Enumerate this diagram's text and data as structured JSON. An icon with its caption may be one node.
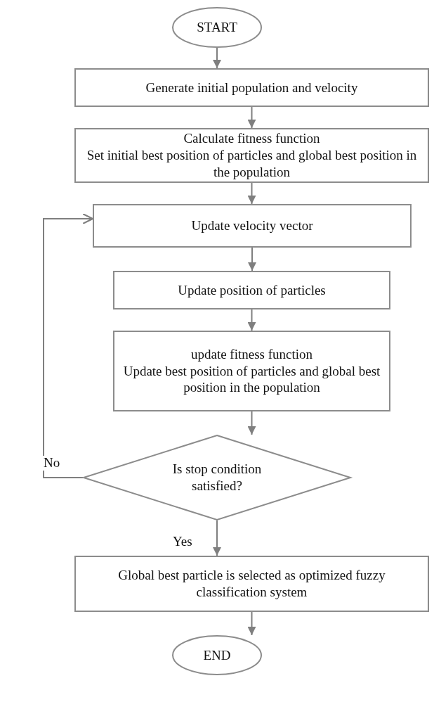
{
  "diagram": {
    "nodes": [
      {
        "text": [
          "START"
        ]
      },
      {
        "text": [
          "Generate initial population and velocity"
        ]
      },
      {
        "text": [
          "Calculate fitness function",
          "Set initial best position of particles and global best position in the population"
        ]
      },
      {
        "text": [
          "Update velocity vector"
        ]
      },
      {
        "text": [
          "Update position of particles"
        ]
      },
      {
        "text": [
          "update fitness function",
          "Update best position of particles and global best position in the population"
        ]
      },
      {
        "text": [
          "Is stop condition satisfied?"
        ]
      },
      {
        "text": [
          "Global best particle is selected as optimized fuzzy classification system"
        ]
      },
      {
        "text": [
          "END"
        ]
      }
    ],
    "edges": [
      {
        "from": 0,
        "to": 1,
        "arrow": "to"
      },
      {
        "from": 1,
        "to": 2,
        "arrow": "to"
      },
      {
        "from": 2,
        "to": 3,
        "arrow": "to"
      },
      {
        "from": 3,
        "to": 4,
        "arrow": "to"
      },
      {
        "from": 4,
        "to": 5,
        "arrow": "to"
      },
      {
        "from": 5,
        "to": 6,
        "arrow": "to"
      },
      {
        "from": 6,
        "to": 3,
        "arrow": "to",
        "label": "No"
      },
      {
        "from": 6,
        "to": 7,
        "arrow": "to",
        "label": "Yes"
      },
      {
        "from": 7,
        "to": 8,
        "arrow": "to"
      }
    ]
  }
}
